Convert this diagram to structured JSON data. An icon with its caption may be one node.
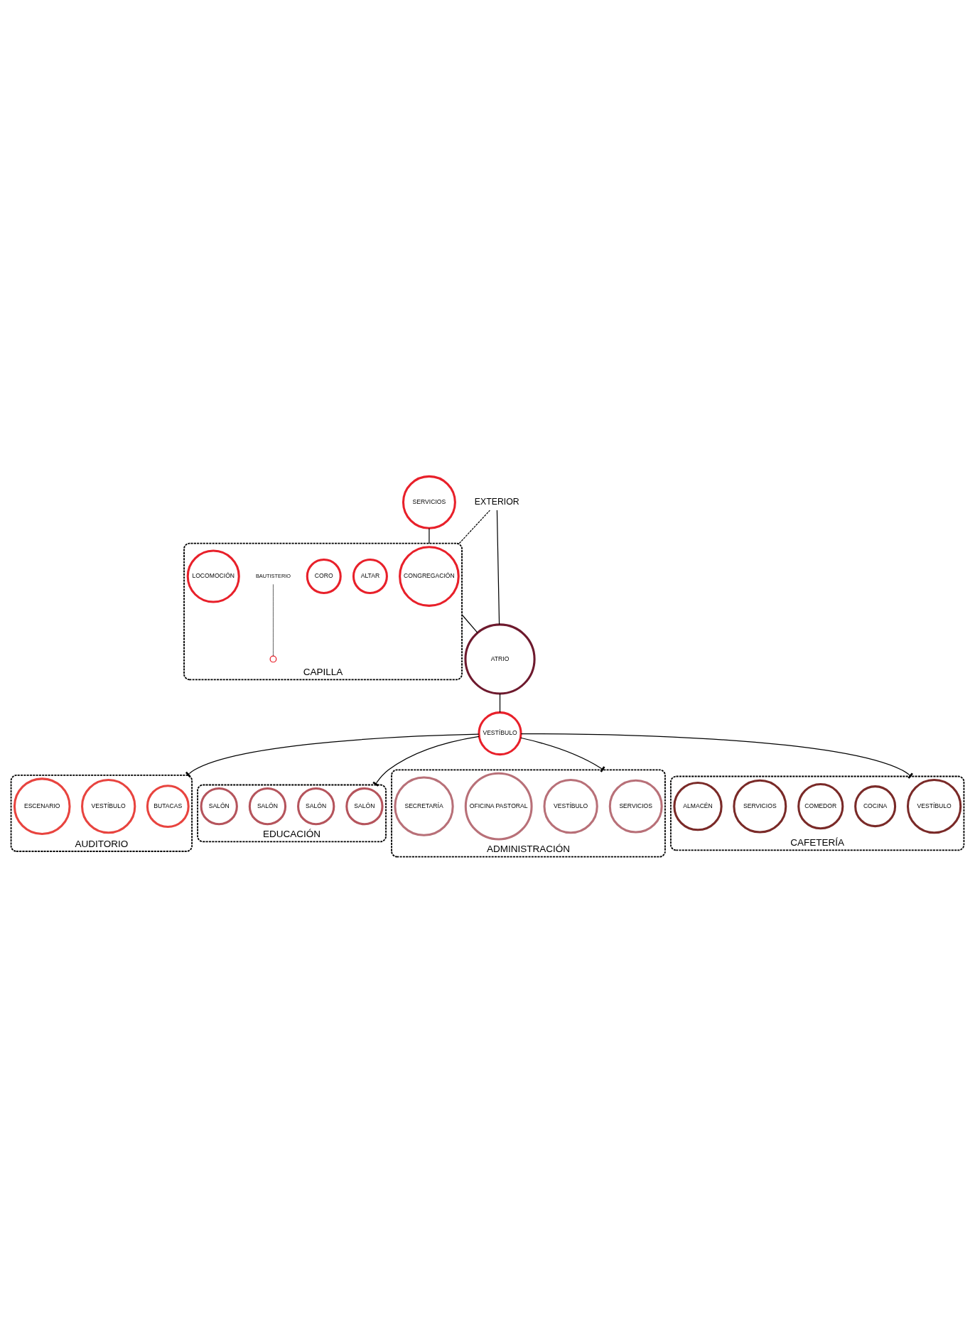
{
  "diagram": {
    "nodes": [
      {
        "text": [
          "EXTERIOR"
        ]
      },
      {
        "text": [
          "CAPILLA"
        ]
      },
      {
        "text": [
          "CONGREGACIÓN"
        ],
        "in": 1
      },
      {
        "text": [
          "ALTAR"
        ],
        "in": 1
      },
      {
        "text": [],
        "shape": "circle",
        "in": 1
      },
      {
        "text": [
          "CORO"
        ],
        "in": 1
      },
      {
        "text": [
          "BAUTISTERIO"
        ],
        "in": 1
      },
      {
        "text": [
          "LOCOMOCIÓN"
        ],
        "in": 1
      },
      {
        "text": [
          "SERVICIOS"
        ]
      },
      {
        "text": [
          "ATRIO"
        ]
      },
      {
        "text": [
          "AUDITORIO"
        ]
      },
      {
        "text": [
          "BUTACAS"
        ],
        "in": 10
      },
      {
        "text": [
          "VESTÍBULO"
        ],
        "in": 10
      },
      {
        "text": [
          "ESCENARIO"
        ],
        "in": 10
      },
      {
        "text": [
          "VESTÍBULO"
        ]
      },
      {
        "text": [
          "EDUCACIÓN"
        ]
      },
      {
        "text": [
          "SALÓN"
        ],
        "in": 15
      },
      {
        "text": [
          "SALÓN"
        ],
        "in": 15
      },
      {
        "text": [
          "SALÓN"
        ],
        "in": 15
      },
      {
        "text": [
          "SALÓN"
        ],
        "in": 15
      },
      {
        "text": [
          "ADMINISTRACIÓN"
        ]
      },
      {
        "text": [
          "SERVICIOS"
        ],
        "in": 20
      },
      {
        "text": [
          "VESTÍBULO"
        ],
        "in": 20
      },
      {
        "text": [
          "OFICINA PASTORAL"
        ],
        "in": 20
      },
      {
        "text": [
          "SECRETARÍA"
        ],
        "in": 20
      },
      {
        "text": [
          "CAFETERÍA"
        ]
      },
      {
        "text": [
          "VESTÍBULO"
        ],
        "in": 25
      },
      {
        "text": [
          "COCINA"
        ],
        "in": 25
      },
      {
        "text": [
          "COMEDOR"
        ],
        "in": 25
      },
      {
        "text": [
          "SERVICIOS"
        ],
        "in": 25
      },
      {
        "text": [
          "ALMACÉN"
        ],
        "in": 25
      }
    ],
    "edges": [
      {
        "from": 0,
        "to": 9,
        "arrow": "none"
      },
      {
        "from": 0,
        "to": 1,
        "arrow": "none",
        "style": "dashed"
      },
      {
        "from": 8,
        "to": 1,
        "arrow": "none"
      },
      {
        "from": 1,
        "to": 9,
        "arrow": "none"
      },
      {
        "from": 9,
        "to": 14,
        "arrow": "none"
      },
      {
        "from": 14,
        "to": 10,
        "arrow": "other"
      },
      {
        "from": 14,
        "to": 15,
        "arrow": "other"
      },
      {
        "from": 14,
        "to": 20,
        "arrow": "other"
      },
      {
        "from": 14,
        "to": 25,
        "arrow": "other"
      },
      {
        "from": 6,
        "to": 4,
        "arrow": "none"
      }
    ]
  }
}
